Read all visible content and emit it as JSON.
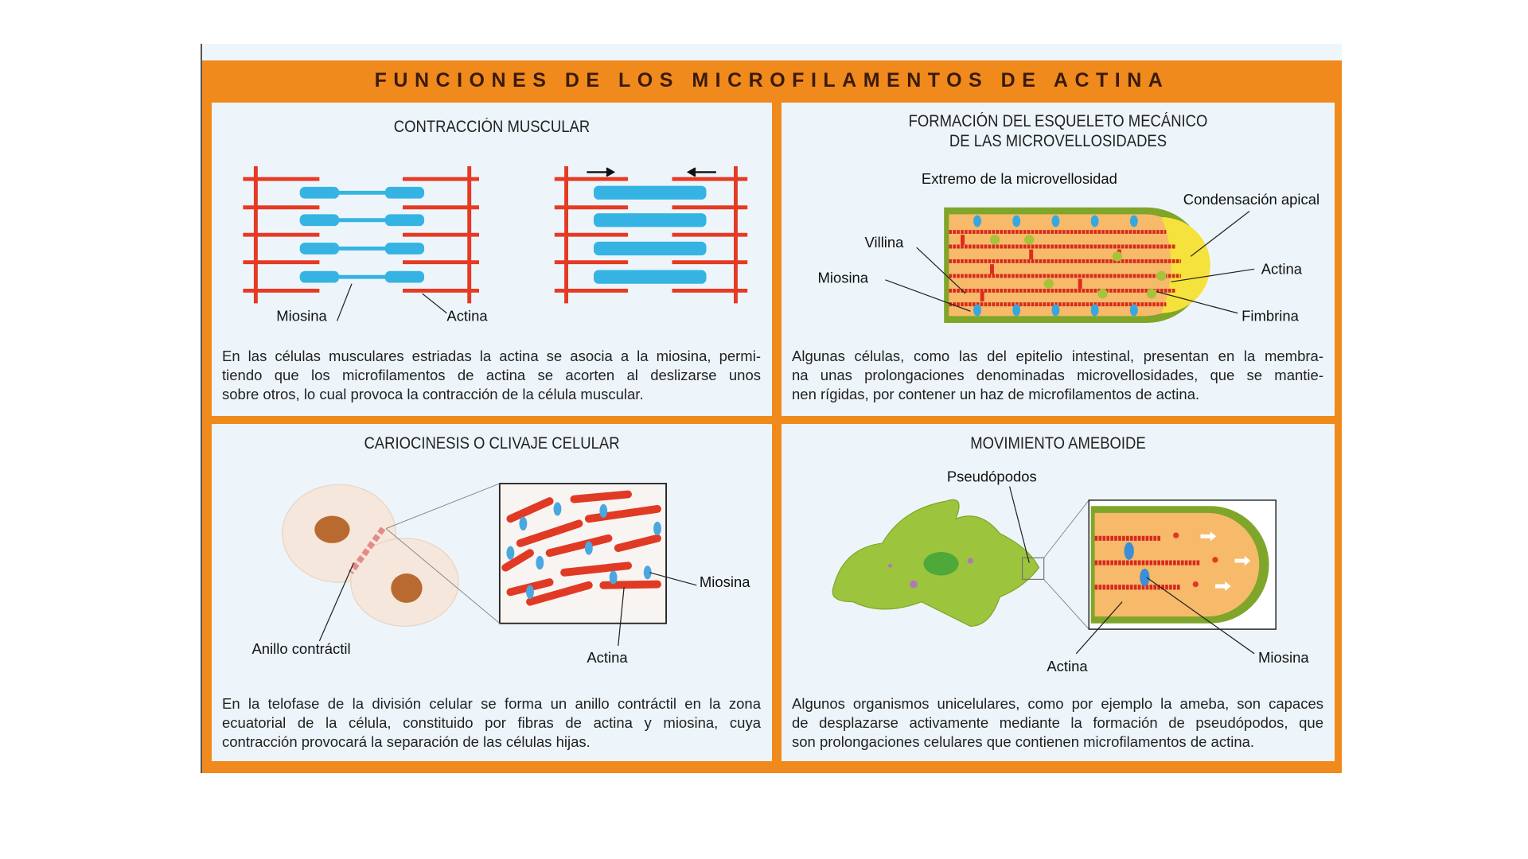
{
  "title": "FUNCIONES DE LOS MICROFILAMENTOS DE ACTINA",
  "colors": {
    "orange": "#f08a1c",
    "actin": "#e53a24",
    "myosin": "#35b4e4",
    "membrane": "#7fa62a",
    "cytoplasm": "#f7b96a"
  },
  "panels": {
    "contraction": {
      "title": "CONTRACCIÓN MUSCULAR",
      "labels": {
        "myosin": "Miosina",
        "actin": "Actina"
      },
      "paragraph": [
        "En las células musculares estriadas la actina se asocia a la miosina, permi-",
        "tiendo que los microfilamentos de actina se acorten al deslizarse unos",
        "sobre otros, lo cual provoca la contracción de la célula muscular."
      ]
    },
    "microvilli": {
      "title_lines": [
        "FORMACIÓN DEL ESQUELETO MECÁNICO",
        "DE LAS MICROVELLOSIDADES"
      ],
      "labels": {
        "tip": "Extremo de la microvellosidad",
        "apical": "Condensación apical",
        "villin": "Villina",
        "myosin": "Miosina",
        "actin": "Actina",
        "fimbrin": "Fimbrina"
      },
      "paragraph": [
        "Algunas células, como las del epitelio intestinal, presentan en la membra-",
        "na unas prolongaciones denominadas microvellosidades, que se mantie-",
        "nen rígidas, por contener un haz de microfilamentos de actina."
      ]
    },
    "cytokinesis": {
      "title": "CARIOCINESIS O CLIVAJE CELULAR",
      "labels": {
        "ring": "Anillo contráctil",
        "myosin": "Miosina",
        "actin": "Actina"
      },
      "paragraph": [
        "En la telofase de la división celular se forma un anillo contráctil en la zona",
        "ecuatorial de la célula, constituido por fibras de actina y miosina, cuya",
        "contracción provocará la separación de las células hijas."
      ]
    },
    "amoeboid": {
      "title": "MOVIMIENTO AMEBOIDE",
      "labels": {
        "pseudopods": "Pseudópodos",
        "actin": "Actina",
        "myosin": "Miosina"
      },
      "paragraph": [
        "Algunos organismos unicelulares, como por ejemplo la ameba, son capaces",
        "de desplazarse activamente mediante la formación de pseudópodos, que",
        "son prolongaciones celulares que contienen microfilamentos de actina."
      ]
    }
  }
}
